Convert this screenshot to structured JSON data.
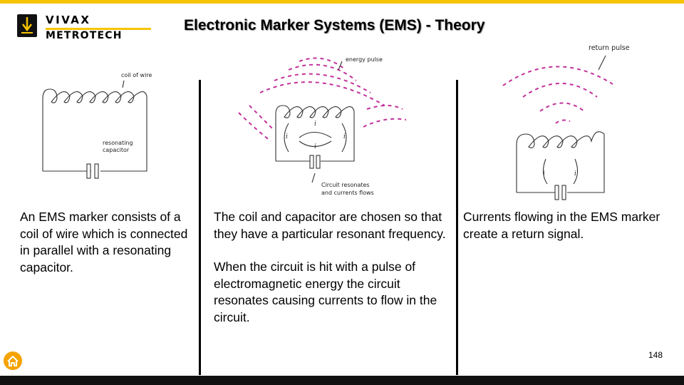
{
  "brand": {
    "line1": "VIVAX",
    "line2": "METROTECH",
    "color_yellow": "#f5c400",
    "color_dark": "#111111"
  },
  "title": "Electronic Marker Systems (EMS) - Theory",
  "diagrams": {
    "d1": {
      "label_coil": "coil of wire",
      "label_cap_1": "resonating",
      "label_cap_2": "capacitor"
    },
    "d2": {
      "label_pulse": "energy pulse",
      "label_res_1": "Circuit resonates",
      "label_res_2": "and currents flows",
      "current_symbol": "i"
    },
    "d3": {
      "label_return": "return pulse",
      "current_symbol": "i"
    },
    "pulse_color": "#c2319a"
  },
  "columns": [
    {
      "text": "An EMS marker consists of a coil of wire which is connected in parallel with a resonating capacitor."
    },
    {
      "text1": "The coil and capacitor are chosen so that they have a particular resonant frequency.",
      "text2": "When the circuit is hit with a pulse of electromagnetic energy the circuit resonates causing currents to flow in the circuit."
    },
    {
      "text": "Currents flowing in the EMS marker create a return signal."
    }
  ],
  "page_number": "148",
  "home_icon": "home-icon"
}
